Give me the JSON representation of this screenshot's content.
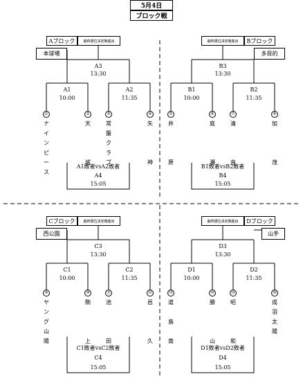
{
  "header": {
    "date": "5月4日",
    "event": "ブロック戦"
  },
  "label_final": "最終順位決定戦進出",
  "blocks": [
    {
      "name": "Aブロック",
      "venue": "本球場",
      "final": {
        "code": "A3",
        "time": "13:30"
      },
      "semis": [
        {
          "code": "A1",
          "time": "10:00"
        },
        {
          "code": "A2",
          "time": "11:35"
        }
      ],
      "teams": [
        {
          "num": "①",
          "name": [
            "ナ",
            "イ",
            "ン",
            "ピ",
            "ー",
            "ス"
          ]
        },
        {
          "num": "②",
          "name": [
            "天",
            "",
            "",
            "",
            "城"
          ]
        },
        {
          "num": "③",
          "name": [
            "常",
            "盤",
            "ク",
            "ラ",
            "ブ"
          ]
        },
        {
          "num": "④",
          "name": [
            "矢",
            "",
            "",
            "",
            "神"
          ]
        }
      ],
      "consolation": {
        "label": "A1敗者vsA2敗者",
        "code": "A4",
        "time": "15:05"
      }
    },
    {
      "name": "Bブロック",
      "venue": "多目的",
      "final": {
        "code": "B3",
        "time": "13:30"
      },
      "semis": [
        {
          "code": "B1",
          "time": "10:00"
        },
        {
          "code": "B2",
          "time": "11:35"
        }
      ],
      "teams": [
        {
          "num": "⑤",
          "name": [
            "井",
            "",
            "",
            "",
            "原"
          ]
        },
        {
          "num": "⑥",
          "name": [
            "庭",
            "",
            "",
            "",
            "瀬"
          ]
        },
        {
          "num": "⑦",
          "name": [
            "清",
            "",
            "",
            "",
            "音"
          ]
        },
        {
          "num": "⑧",
          "name": [
            "加",
            "",
            "",
            "",
            "茂"
          ]
        }
      ],
      "consolation": {
        "label": "B1敗者vsB2敗者",
        "code": "B4",
        "time": "15:05"
      }
    },
    {
      "name": "Cブロック",
      "venue": "西公園",
      "final": {
        "code": "C3",
        "time": "13:30"
      },
      "semis": [
        {
          "code": "C1",
          "time": "10:00"
        },
        {
          "code": "C2",
          "time": "11:35"
        }
      ],
      "teams": [
        {
          "num": "⑨",
          "name": [
            "ヤ",
            "ン",
            "グ",
            "山",
            "陽"
          ]
        },
        {
          "num": "⑩",
          "name": [
            "駒",
            "",
            "",
            "",
            "上"
          ]
        },
        {
          "num": "⑪",
          "name": [
            "池",
            "",
            "",
            "",
            "田"
          ]
        },
        {
          "num": "⑫",
          "name": [
            "邑",
            "",
            "",
            "",
            "久"
          ]
        }
      ],
      "consolation": {
        "label": "C1敗者vsC2敗者",
        "code": "C4",
        "time": "15:05"
      }
    },
    {
      "name": "Dブロック",
      "venue": "山手",
      "final": {
        "code": "D3",
        "time": "13:30"
      },
      "semis": [
        {
          "code": "D1",
          "time": "10:00"
        },
        {
          "code": "D2",
          "time": "11:35"
        }
      ],
      "teams": [
        {
          "num": "⑬",
          "name": [
            "道",
            "",
            "島",
            "",
            "南"
          ]
        },
        {
          "num": "⑭",
          "name": [
            "勝",
            "",
            "",
            "",
            "山"
          ]
        },
        {
          "num": "⑮",
          "name": [
            "昭",
            "",
            "",
            "",
            "和"
          ]
        },
        {
          "num": "⑯",
          "name": [
            "成",
            "羽",
            "太",
            "陽"
          ]
        }
      ],
      "consolation": {
        "label": "D1敗者vsD2敗者",
        "code": "D4",
        "time": "15:05"
      }
    }
  ]
}
